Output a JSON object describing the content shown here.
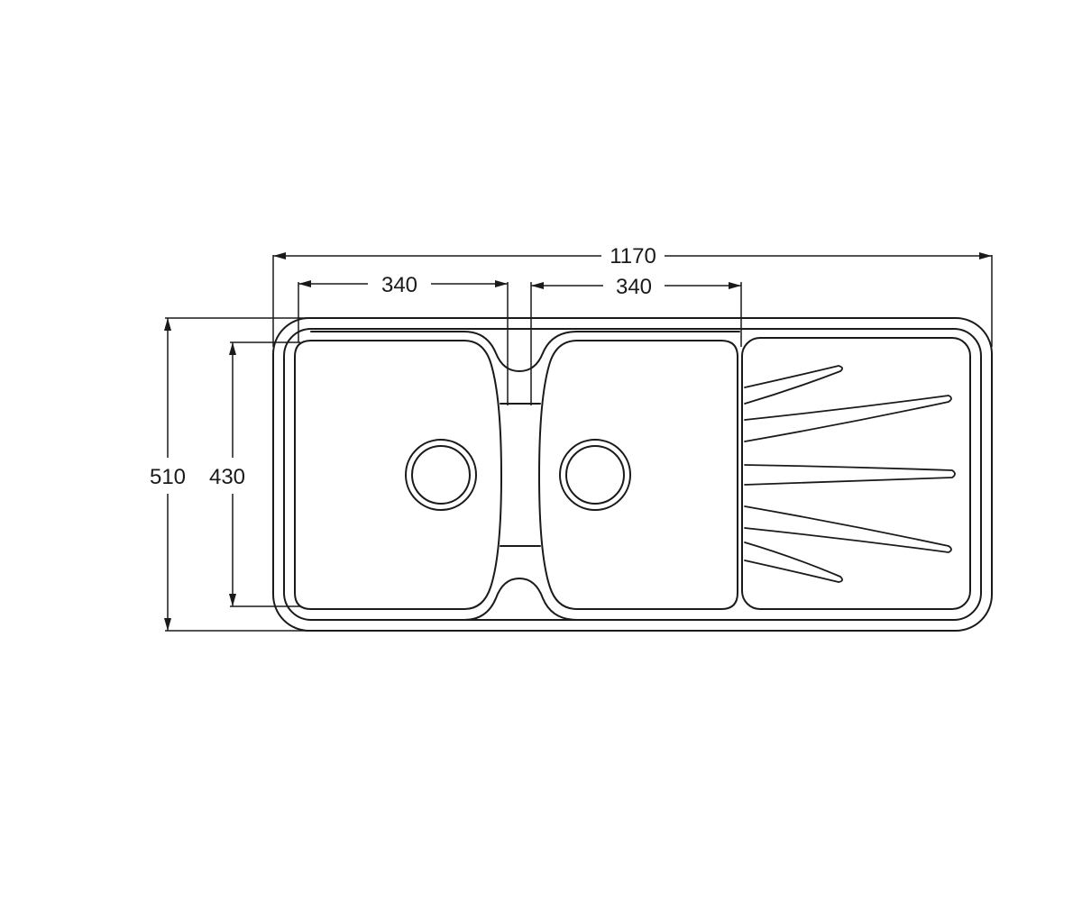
{
  "dimensions": {
    "overall_width": "1170",
    "left_bowl_width": "340",
    "right_bowl_width": "340",
    "overall_depth": "510",
    "bowl_depth": "430"
  },
  "colors": {
    "line": "#1a1a1a",
    "background": "#ffffff"
  }
}
